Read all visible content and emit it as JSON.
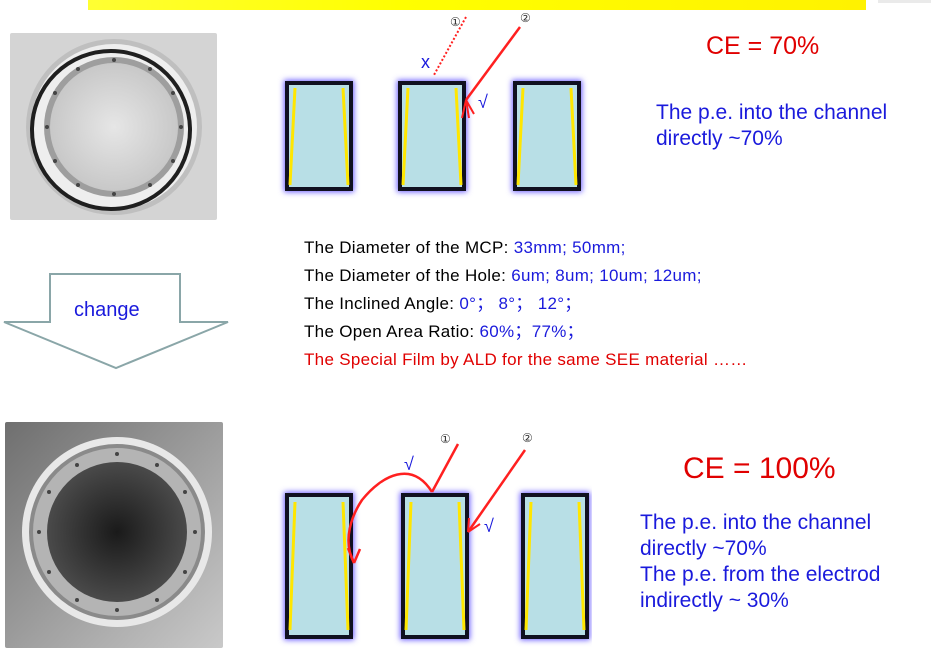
{
  "top": {
    "ce_value_1": "CE = 70%",
    "pe_text_1": [
      "The p.e. into the channel",
      "directly ~70%"
    ],
    "diagram_1": {
      "ray1_label": "①",
      "ray2_label": "②",
      "blocked_mark": "x",
      "check_mark": "√"
    }
  },
  "middle": {
    "change_label": "change",
    "params": [
      {
        "label": "The Diameter of the MCP:",
        "value": "33mm;  50mm;"
      },
      {
        "label": "The Diameter of the Hole:",
        "value": "6um;  8um; 10um; 12um;"
      },
      {
        "label": "The Inclined Angle:",
        "value": "0°；  8°；  12°；"
      },
      {
        "label": "The Open Area Ratio:",
        "value": "60%；77%；"
      }
    ],
    "special_note": "The Special Film by ALD for the same SEE material ……"
  },
  "bottom": {
    "ce_value_2": "CE = 100%",
    "pe_text_2": [
      "The p.e. into the channel",
      "directly ~70%",
      "The p.e. from the electrod",
      "indirectly ~ 30%"
    ],
    "diagram_2": {
      "ray1_label": "①",
      "ray2_label": "②",
      "check_mark_1": "√",
      "check_mark_2": "√"
    }
  },
  "colors": {
    "accent_red": "#e00000",
    "accent_blue": "#1a1adc",
    "channel_fill": "#b8dfe6",
    "highlight_yellow": "#ffff00"
  }
}
